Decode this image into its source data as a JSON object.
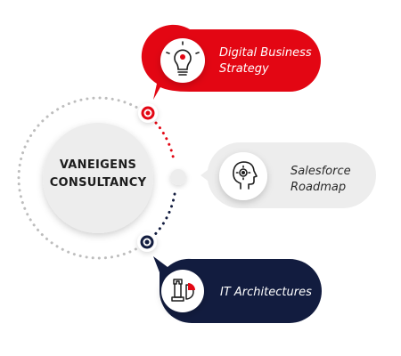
{
  "center": {
    "line1": "VANEIGENS",
    "line2": "CONSULTANCY"
  },
  "items": [
    {
      "icon": "lightbulb-icon",
      "line1": "Digital Business",
      "line2": "Strategy",
      "color": "#e30613"
    },
    {
      "icon": "head-gear-icon",
      "line1": "Salesforce",
      "line2": "Roadmap",
      "color": "#ededed"
    },
    {
      "icon": "chess-rook-chart-icon",
      "line1": "IT Architectures",
      "color": "#121c3f"
    }
  ],
  "colors": {
    "red": "#e30613",
    "navy": "#121c3f",
    "grey": "#ededed",
    "dots": "#bdbdbd"
  }
}
